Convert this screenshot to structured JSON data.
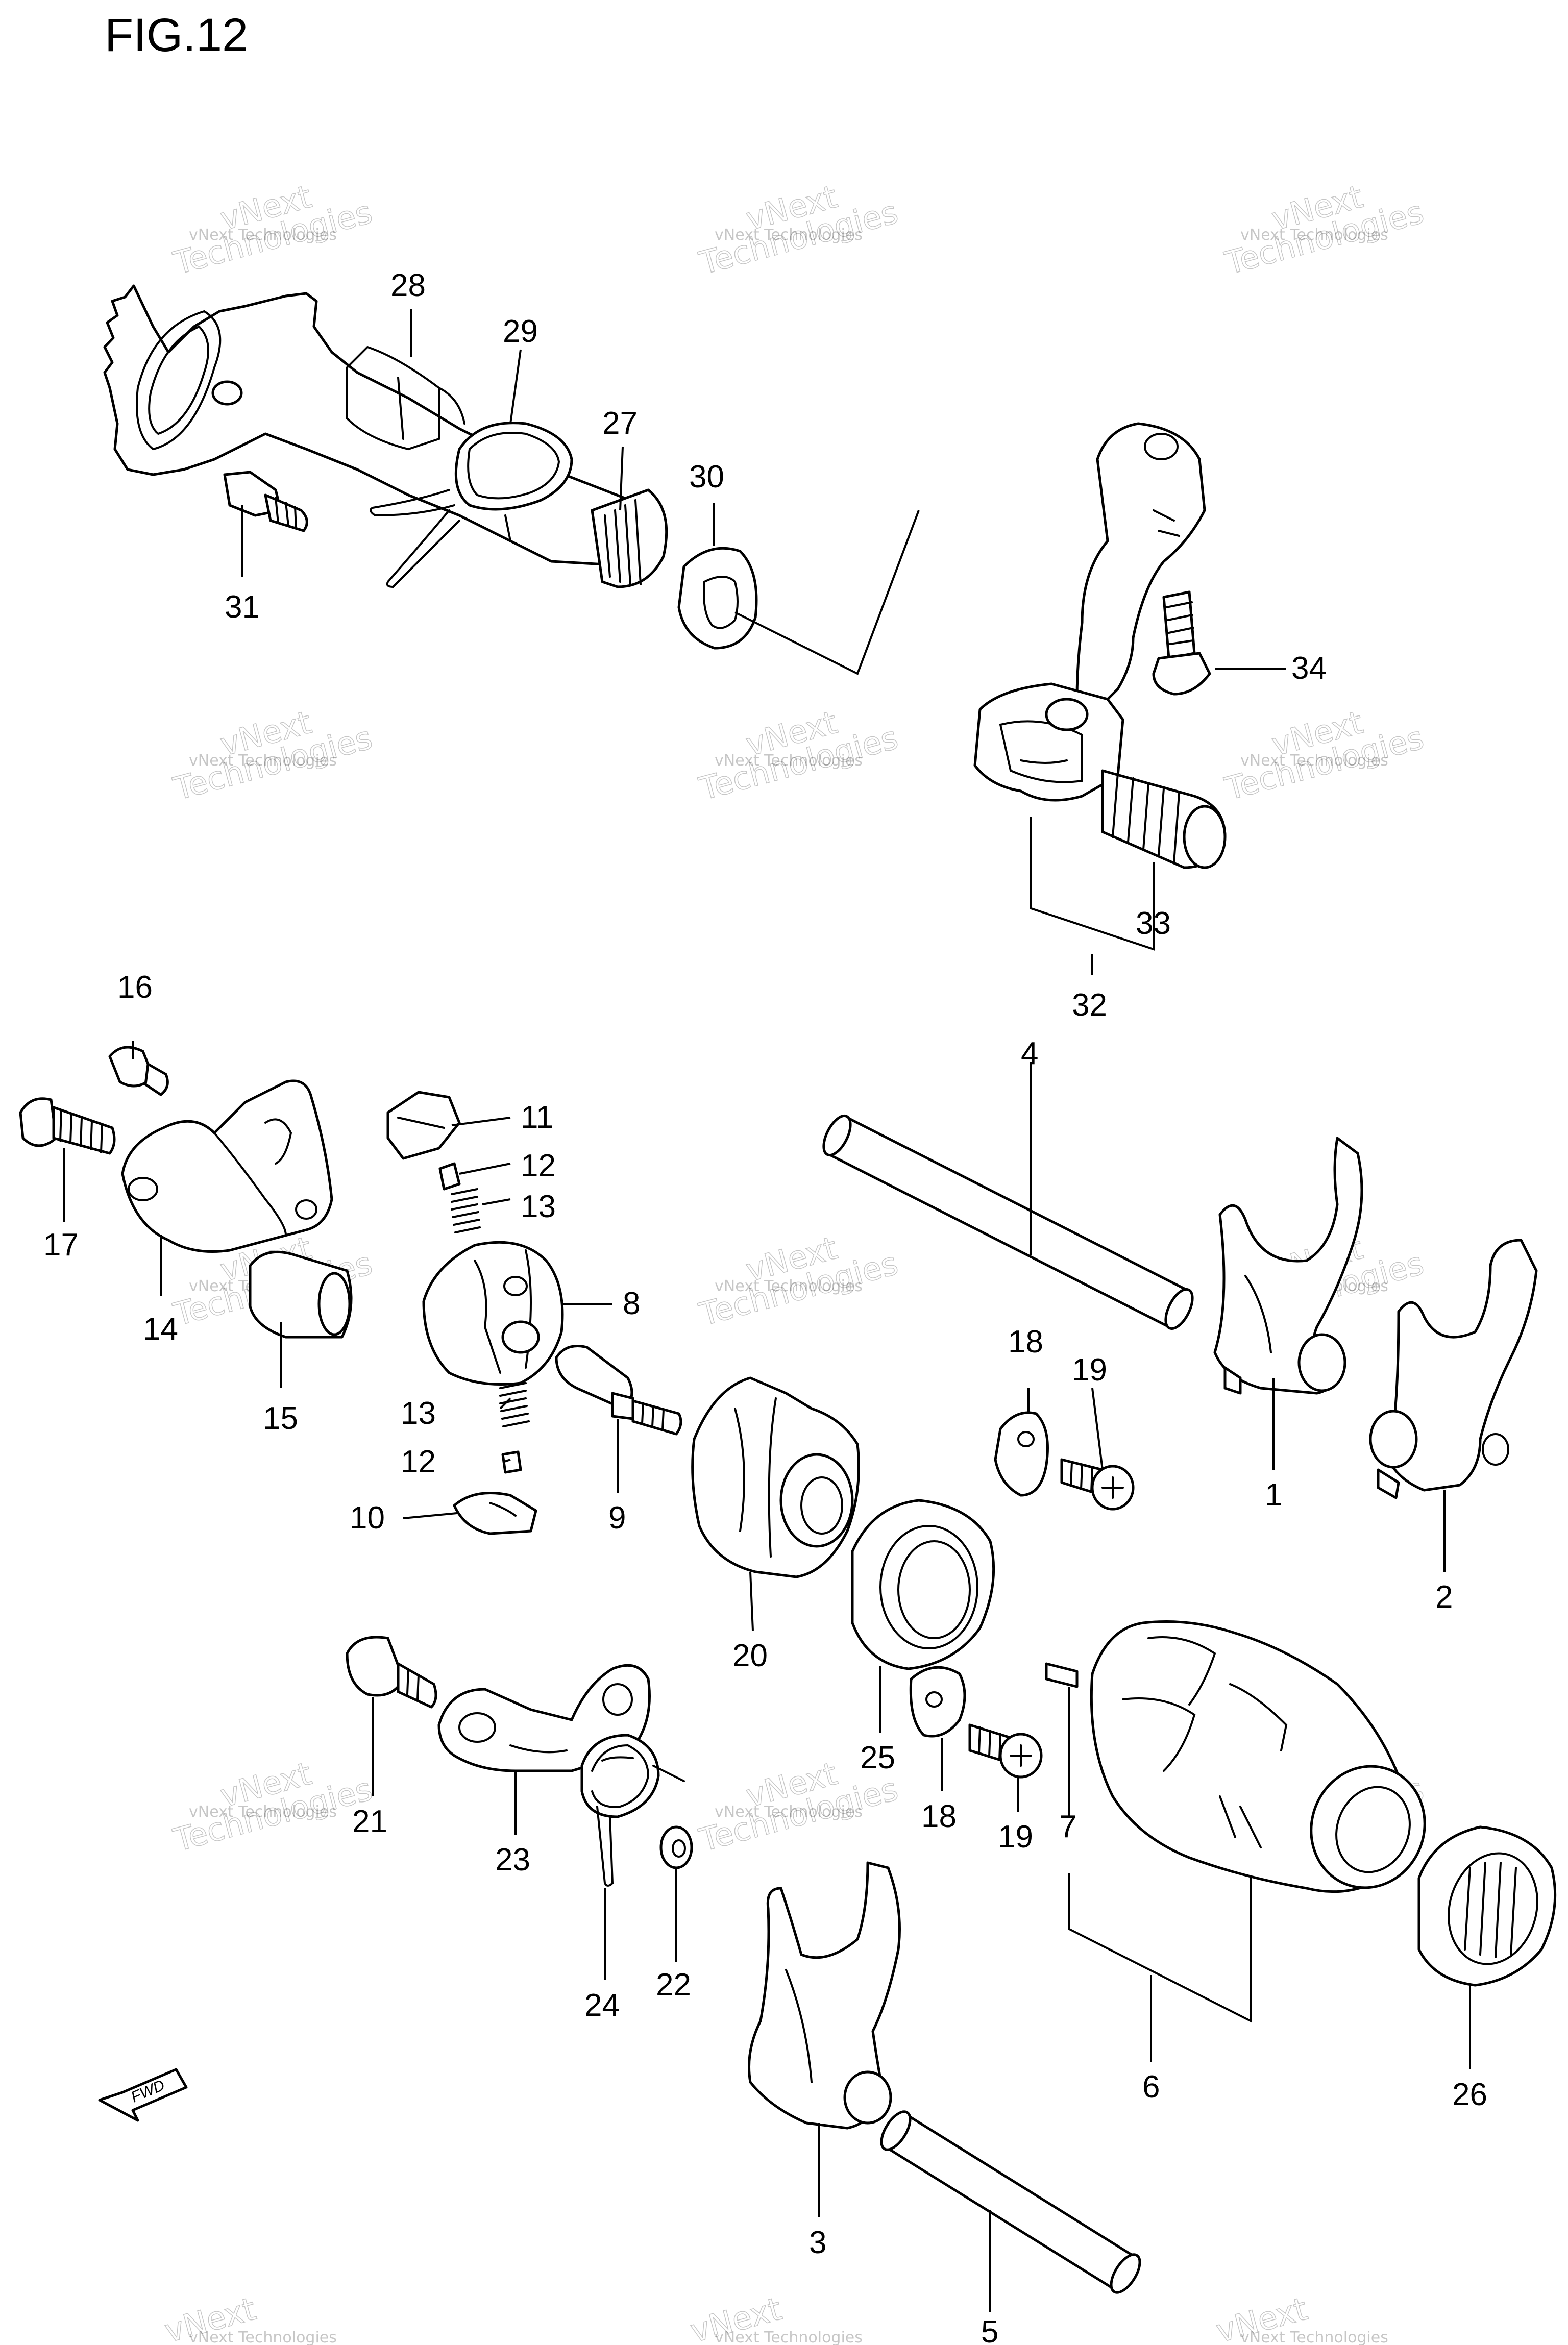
{
  "title": "FIG.12",
  "watermark": {
    "line1": "vNext Technologies",
    "line2": "Technologies",
    "line3": "vNext"
  },
  "fwd_label": "FWD",
  "callouts": {
    "p1": "1",
    "p2": "2",
    "p3": "3",
    "p4": "4",
    "p5": "5",
    "p6": "6",
    "p7": "7",
    "p8": "8",
    "p9": "9",
    "p10": "10",
    "p11": "11",
    "p12a": "12",
    "p12b": "12",
    "p13a": "13",
    "p13b": "13",
    "p14": "14",
    "p15": "15",
    "p16": "16",
    "p17": "17",
    "p18a": "18",
    "p18b": "18",
    "p19a": "19",
    "p19b": "19",
    "p20": "20",
    "p21": "21",
    "p22": "22",
    "p23": "23",
    "p24": "24",
    "p25": "25",
    "p26": "26",
    "p27": "27",
    "p28": "28",
    "p29": "29",
    "p30": "30",
    "p31": "31",
    "p32": "32",
    "p33": "33",
    "p34": "34"
  }
}
